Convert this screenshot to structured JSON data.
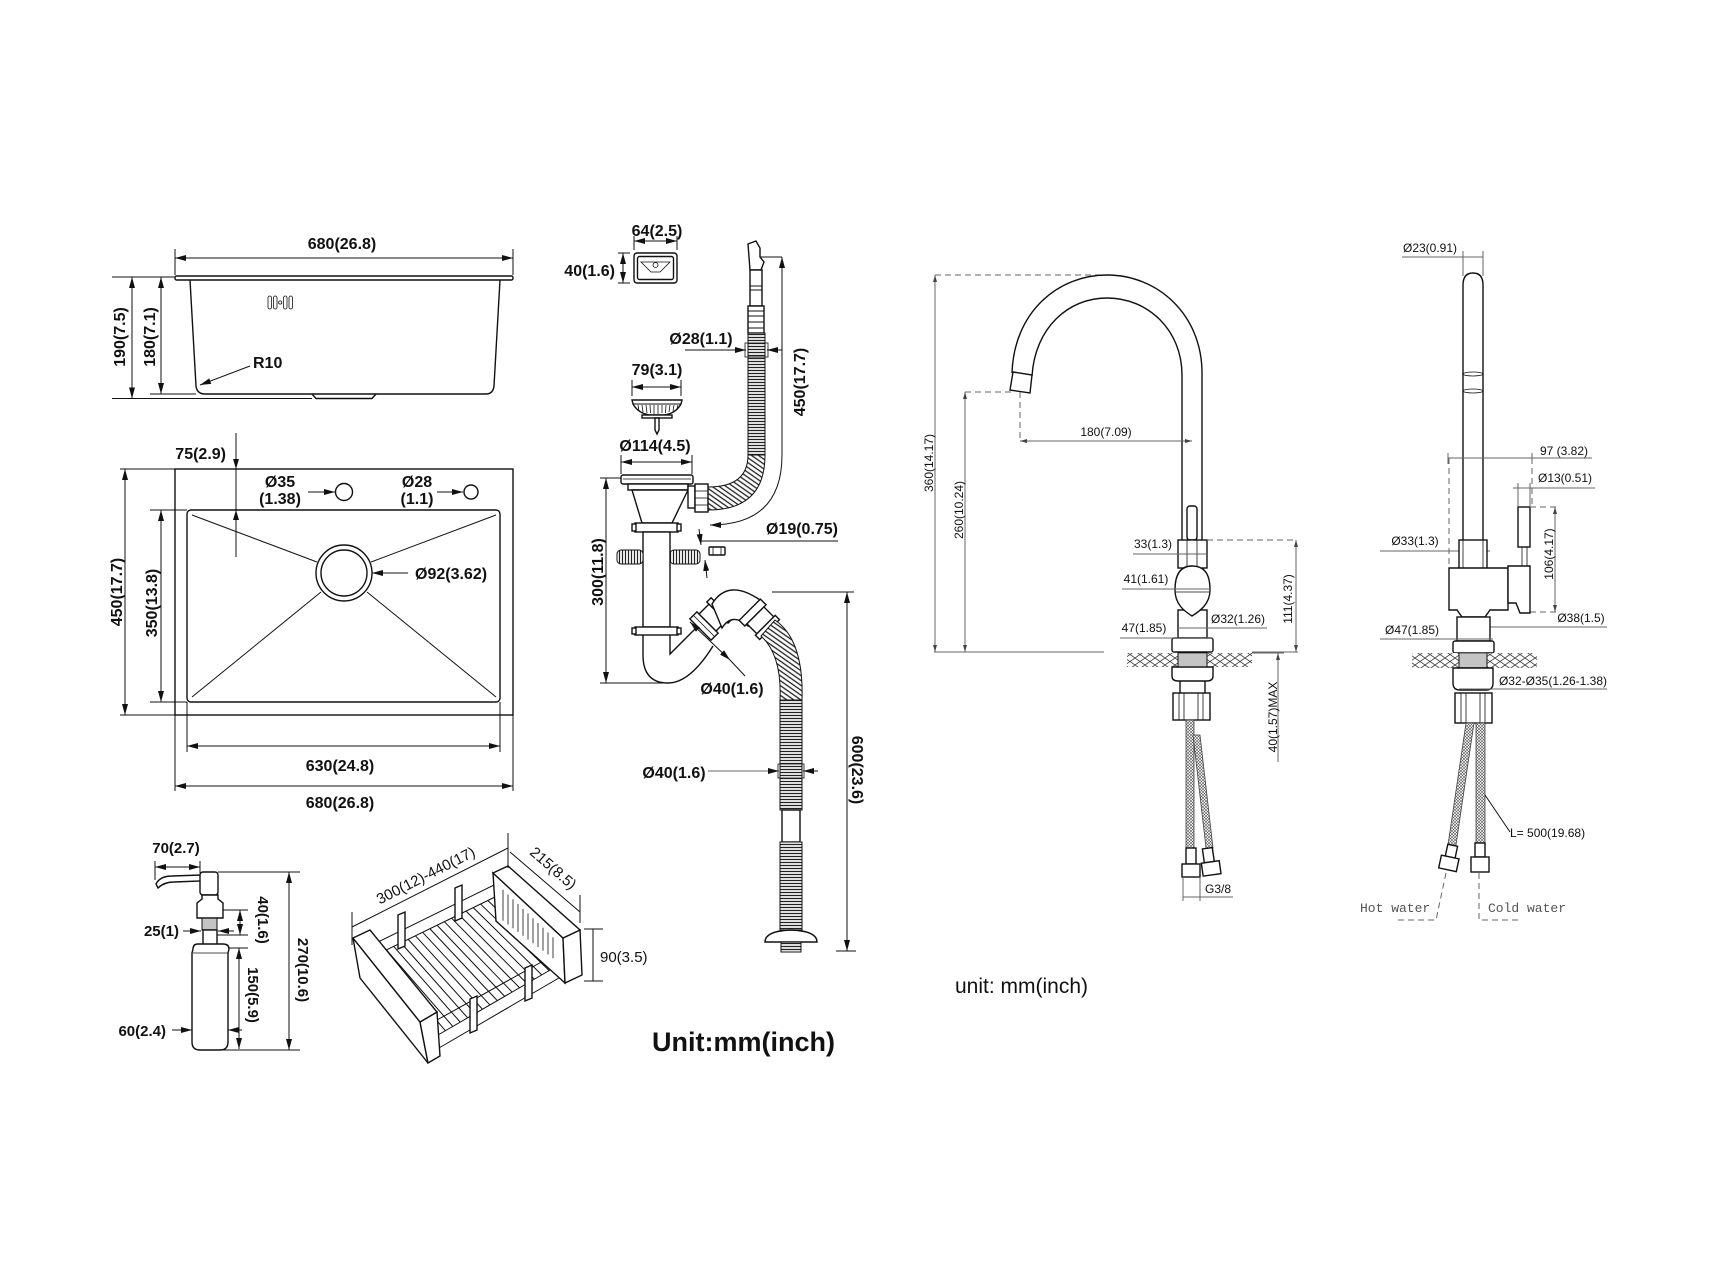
{
  "colors": {
    "ink": "#111111",
    "dimension": "#666666",
    "note": "#555555",
    "background": "#ffffff"
  },
  "sink_side_view": {
    "width": "680(26.8)",
    "total_height": "190(7.5)",
    "bowl_depth": "180(7.1)",
    "corner_radius": "R10"
  },
  "sink_top_view": {
    "faucet_hole_offset": "75(2.9)",
    "faucet_hole_dia": "Ø35",
    "faucet_hole_inch": "(1.38)",
    "accessory_hole_dia": "Ø28",
    "accessory_hole_inch": "(1.1)",
    "drain_dia": "Ø92(3.62)",
    "outer_depth": "450(17.7)",
    "bowl_depth": "350(13.8)",
    "bowl_width": "630(24.8)",
    "outer_width": "680(26.8)"
  },
  "soap_dispenser": {
    "spout_reach": "70(2.7)",
    "thread_dia": "25(1)",
    "thread_length": "40(1.6)",
    "bottle_height": "150(5.9)",
    "total_height": "270(10.6)",
    "bottle_dia": "60(2.4)"
  },
  "drying_basket": {
    "length": "300(12)-440(17)",
    "width": "215(8.5)",
    "height": "90(3.5)"
  },
  "drain_kit": {
    "overflow_cover_width": "64(2.5)",
    "overflow_cover_height": "40(1.6)",
    "overflow_hose_dia": "Ø28(1.1)",
    "overflow_hose_length": "450(17.7)",
    "strainer_dia": "79(3.1)",
    "flange_dia": "Ø114(4.5)",
    "trap_height": "300(11.8)",
    "side_inlet_dia": "Ø19(0.75)",
    "trap_pipe_dia": "Ø40(1.6)",
    "outlet_hose_dia": "Ø40(1.6)",
    "outlet_hose_length": "600(23.6)"
  },
  "unit_note_sink": "Unit:mm(inch)",
  "faucet_front_view": {
    "total_height": "360(14.17)",
    "spout_height": "260(10.24)",
    "spout_reach": "180(7.09)",
    "handle_base": "33(1.3)",
    "knob_width": "41(1.61)",
    "body_dia": "Ø32(1.26)",
    "base_width": "47(1.85)",
    "body_height": "111(4.37)",
    "max_counter_thickness": "40(1.57)MAX",
    "connector_thread": "G3/8"
  },
  "faucet_side_view": {
    "spout_dia": "Ø23(0.91)",
    "handle_offset": "97 (3.82)",
    "handle_dia": "Ø13(0.51)",
    "collar_dia": "Ø33(1.3)",
    "handle_height": "106(4.17)",
    "handle_base_dia": "Ø38(1.5)",
    "base_dia": "Ø47(1.85)",
    "hole_dia": "Ø32-Ø35(1.26-1.38)",
    "hose_length": "L= 500(19.68)",
    "hot_water": "Hot water",
    "cold_water": "Cold water"
  },
  "unit_note_faucet": "unit: mm(inch)"
}
